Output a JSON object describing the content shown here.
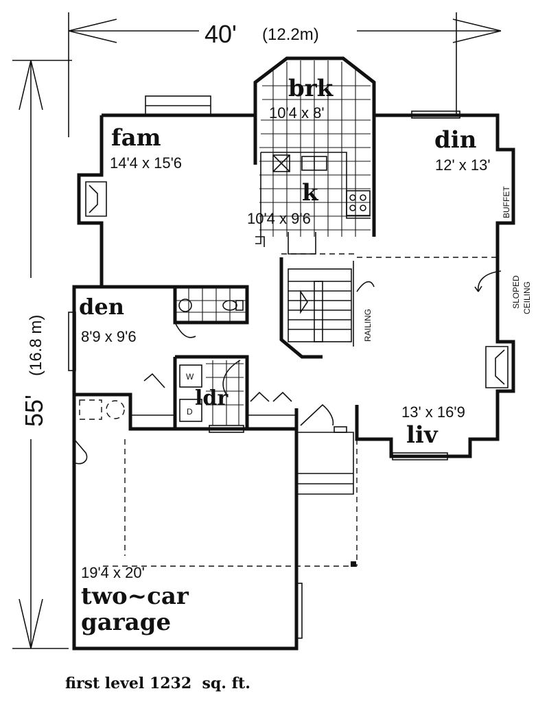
{
  "dimensions": {
    "width": "40'",
    "width_metric": "(12.2m)",
    "depth": "55'",
    "depth_metric": "(16.8 m)"
  },
  "rooms": {
    "brk": {
      "name": "brk",
      "size": "10'4 x 8'"
    },
    "fam": {
      "name": "fam",
      "size": "14'4 x 15'6"
    },
    "din": {
      "name": "din",
      "size": "12' x 13'"
    },
    "k": {
      "name": "k",
      "size": "10'4 x 9'6"
    },
    "den": {
      "name": "den",
      "size": "8'9 x 9'6"
    },
    "ldr": {
      "name": "ldr"
    },
    "liv": {
      "name": "liv",
      "size": "13' x 16'9"
    },
    "garage": {
      "size": "19'4 x 20'",
      "name_line1": "two~car",
      "name_line2": "garage"
    }
  },
  "labels": {
    "buffet": "BUFFET",
    "railing": "RAILING",
    "sloped": "SLOPED",
    "ceiling": "CEILING",
    "washer": "W",
    "dryer": "D"
  },
  "caption": "first level 1232  sq. ft."
}
